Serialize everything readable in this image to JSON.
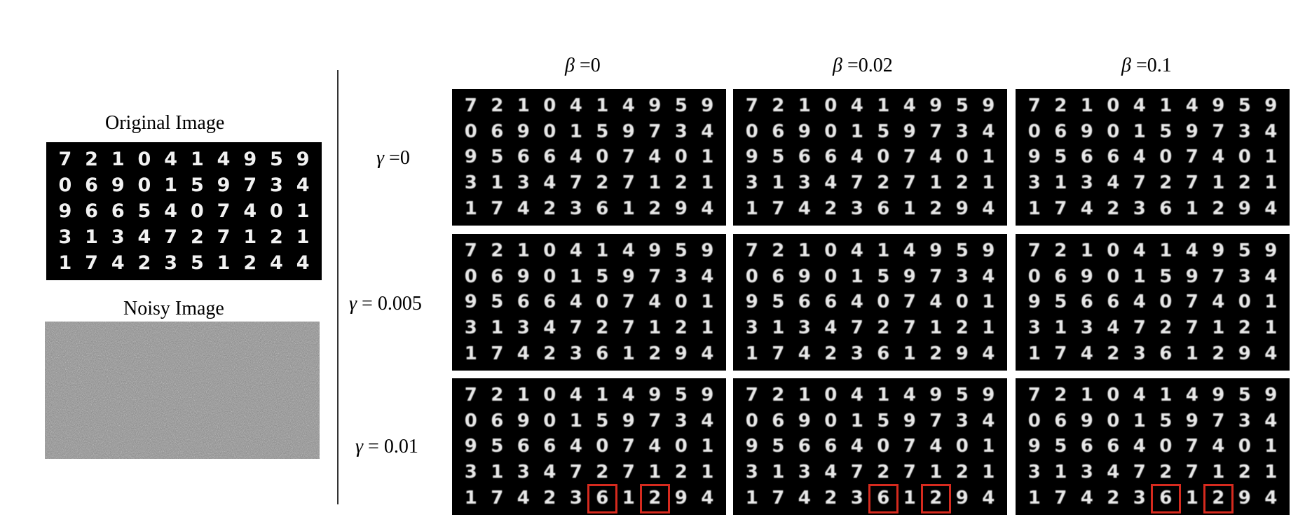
{
  "left": {
    "original_title": "Original Image",
    "noisy_title": "Noisy Image",
    "original_digits": [
      [
        "7",
        "2",
        "1",
        "0",
        "4",
        "1",
        "4",
        "9",
        "5",
        "9"
      ],
      [
        "0",
        "6",
        "9",
        "0",
        "1",
        "5",
        "9",
        "7",
        "3",
        "4"
      ],
      [
        "9",
        "6",
        "6",
        "5",
        "4",
        "0",
        "7",
        "4",
        "0",
        "1"
      ],
      [
        "3",
        "1",
        "3",
        "4",
        "7",
        "2",
        "7",
        "1",
        "2",
        "1"
      ],
      [
        "1",
        "7",
        "4",
        "2",
        "3",
        "5",
        "1",
        "2",
        "4",
        "4"
      ]
    ]
  },
  "columns": [
    {
      "symbol": "β",
      "value": "=0"
    },
    {
      "symbol": "β",
      "value": "=0.02"
    },
    {
      "symbol": "β",
      "value": "=0.1"
    }
  ],
  "rows": [
    {
      "symbol": "γ",
      "value": "=0"
    },
    {
      "symbol": "γ",
      "value": "= 0.005"
    },
    {
      "symbol": "γ",
      "value": "= 0.01"
    }
  ],
  "reconstructed_digits": [
    [
      "7",
      "2",
      "1",
      "0",
      "4",
      "1",
      "4",
      "9",
      "5",
      "9"
    ],
    [
      "0",
      "6",
      "9",
      "0",
      "1",
      "5",
      "9",
      "7",
      "3",
      "4"
    ],
    [
      "9",
      "5",
      "6",
      "6",
      "4",
      "0",
      "7",
      "4",
      "0",
      "1"
    ],
    [
      "3",
      "1",
      "3",
      "4",
      "7",
      "2",
      "7",
      "1",
      "2",
      "1"
    ],
    [
      "1",
      "7",
      "4",
      "2",
      "3",
      "6",
      "1",
      "2",
      "9",
      "4"
    ]
  ],
  "highlight_color": "#d62a1e"
}
